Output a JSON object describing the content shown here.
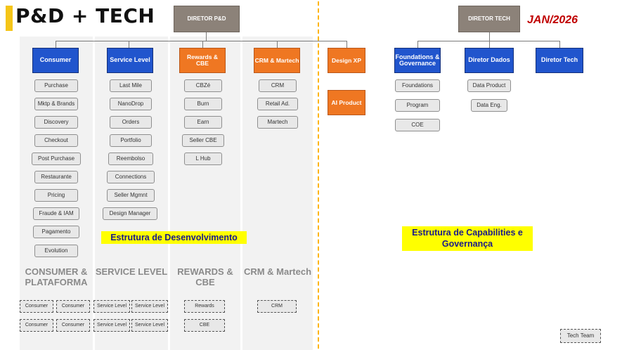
{
  "header": {
    "title": "P&D + TECH",
    "date": "JAN/2026"
  },
  "top_nodes": {
    "diretor_pd": "DIRETOR P&D",
    "diretor_tech": "DIRETOR TECH"
  },
  "columns": [
    {
      "id": "consumer",
      "head": "Consumer",
      "head_color": "#2155cd",
      "items": [
        "Purchase",
        "Mktp & Brands",
        "Discovery",
        "Checkout",
        "Post Purchase",
        "Restaurante",
        "Pricing",
        "Fraude & IAM",
        "Pagamento",
        "Evolution"
      ],
      "section_label": "CONSUMER & PLATAFORMA",
      "squads": [
        "Consumer",
        "Consumer",
        "Consumer",
        "Consumer"
      ]
    },
    {
      "id": "service-level",
      "head": "Service Level",
      "head_color": "#2155cd",
      "items": [
        "Last Mile",
        "NanoDrop",
        "Orders",
        "Portfolio",
        "Reembolso",
        "Connections",
        "Seller Mgmnt",
        "Design Manager"
      ],
      "section_label": "SERVICE LEVEL",
      "squads": [
        "Service Level",
        "Service Level",
        "Service Level",
        "Service Level"
      ]
    },
    {
      "id": "rewards-cbe",
      "head": "Rewards & CBE",
      "head_color": "#ef7722",
      "items": [
        "CBZé",
        "Burn",
        "Earn",
        "Seller CBE",
        "L Hub"
      ],
      "section_label": "REWARDS & CBE",
      "squads": [
        "Rewards",
        "CBE"
      ]
    },
    {
      "id": "crm-martech",
      "head": "CRM & Martech",
      "head_color": "#ef7722",
      "items": [
        "CRM",
        "Retail Ad.",
        "Martech"
      ],
      "section_label": "CRM & Martech",
      "squads": [
        "CRM"
      ]
    }
  ],
  "standalone": {
    "design_xp": "Design XP",
    "ai_product": "AI Product"
  },
  "tech_columns": [
    {
      "id": "foundations-governance",
      "head": "Foundations & Governance",
      "head_color": "#2155cd",
      "items": [
        "Foundations",
        "Program",
        "COE"
      ]
    },
    {
      "id": "diretor-dados",
      "head": "Diretor Dados",
      "head_color": "#2155cd",
      "items": [
        "Data Product",
        "Data Eng."
      ]
    },
    {
      "id": "diretor-tech-col",
      "head": "Diretor Tech",
      "head_color": "#2155cd",
      "items": []
    }
  ],
  "labels": {
    "dev_structure": "Estrutura de Desenvolvimento",
    "capabilities_structure": "Estrutura de Capabilities e Governança",
    "tech_team": "Tech Team"
  }
}
